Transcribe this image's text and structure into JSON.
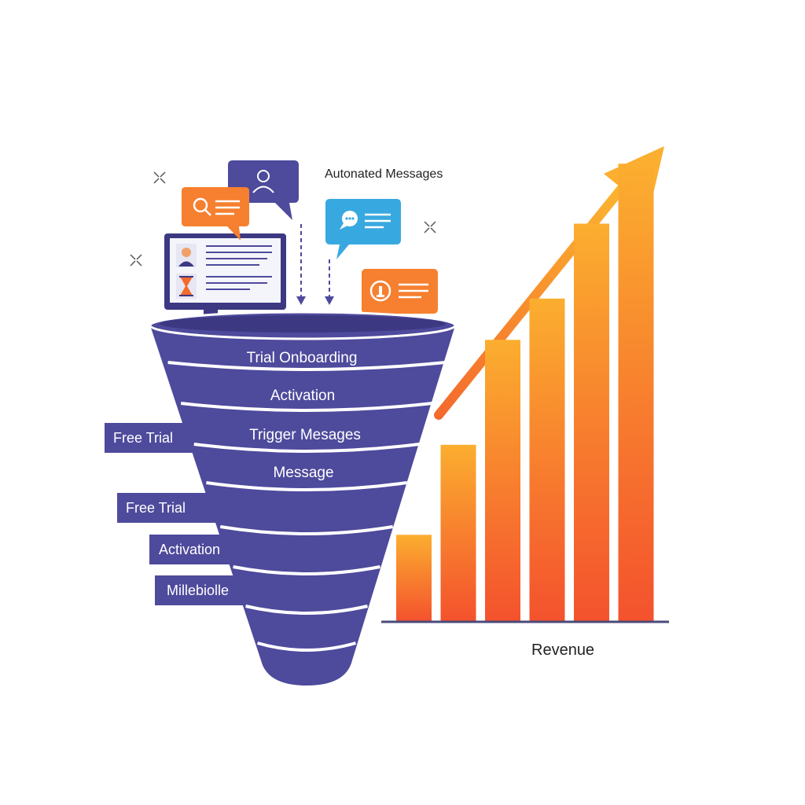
{
  "captions": {
    "automated_messages": "Autonated Messages",
    "revenue": "Revenue"
  },
  "funnel": {
    "layers": [
      "Trial Onboarding",
      "Activation",
      "Trigger Mesages",
      "Message",
      "",
      "",
      "",
      ""
    ]
  },
  "side_tags": [
    "Free Trial",
    "Free Trial",
    "Activation",
    "Millebiolle"
  ],
  "chart_data": {
    "type": "bar",
    "categories": [
      "",
      "",
      "",
      "",
      "",
      ""
    ],
    "values": [
      23,
      47,
      75,
      86,
      106,
      122
    ],
    "title": "",
    "xlabel": "Revenue",
    "ylabel": "",
    "ylim": [
      0,
      130
    ],
    "trend_arrow": "up",
    "colors": {
      "bar_top": "#fbae2f",
      "bar_bottom": "#f4522d",
      "axis": "#4a4a7a"
    }
  },
  "colors": {
    "funnel": "#4e4a9c",
    "funnel_dark": "#3c3882",
    "tag": "#4e4a9c",
    "orange": "#f6802f",
    "blue": "#38a9e0",
    "purple": "#4e4a9c"
  },
  "icons": [
    "person-icon",
    "search-icon",
    "chat-icon",
    "info-icon",
    "hourglass-icon",
    "sparkle-icon"
  ]
}
